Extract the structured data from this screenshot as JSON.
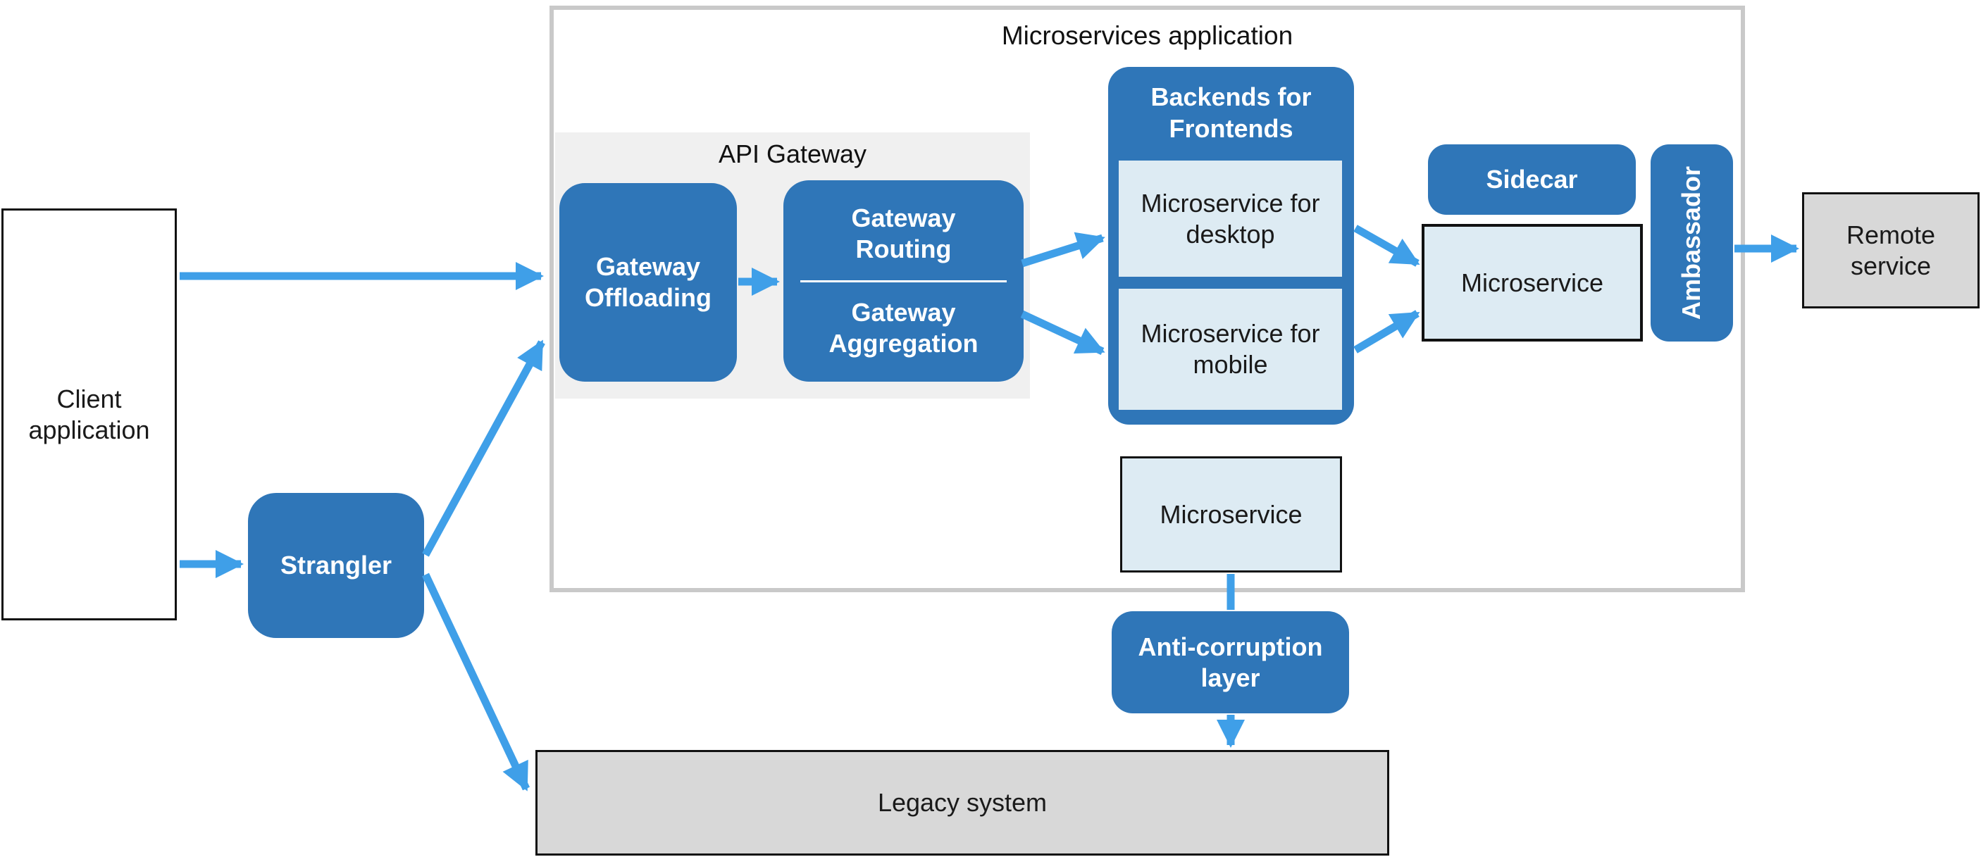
{
  "colors": {
    "box_blue": "#2F76B8",
    "arrow_blue": "#3F9FE8",
    "light_blue": "#DDEBF3",
    "panel_gray": "#F0F0F0",
    "container_border": "#C9C9C9",
    "gray_box": "#D8D8D8"
  },
  "diagram": {
    "container_title": "Microservices application",
    "api_gateway_label": "API Gateway",
    "nodes": {
      "client": "Client\napplication",
      "strangler": "Strangler",
      "gateway_offloading": "Gateway\nOffloading",
      "gateway_routing": "Gateway\nRouting",
      "gateway_aggregation": "Gateway\nAggregation",
      "bff_title": "Backends for\nFrontends",
      "ms_desktop": "Microservice for\ndesktop",
      "ms_mobile": "Microservice for\nmobile",
      "sidecar": "Sidecar",
      "ambassador": "Ambassador",
      "microservice_right": "Microservice",
      "remote_service": "Remote\nservice",
      "microservice_center": "Microservice",
      "anti_corruption": "Anti-corruption\nlayer",
      "legacy": "Legacy system"
    }
  }
}
